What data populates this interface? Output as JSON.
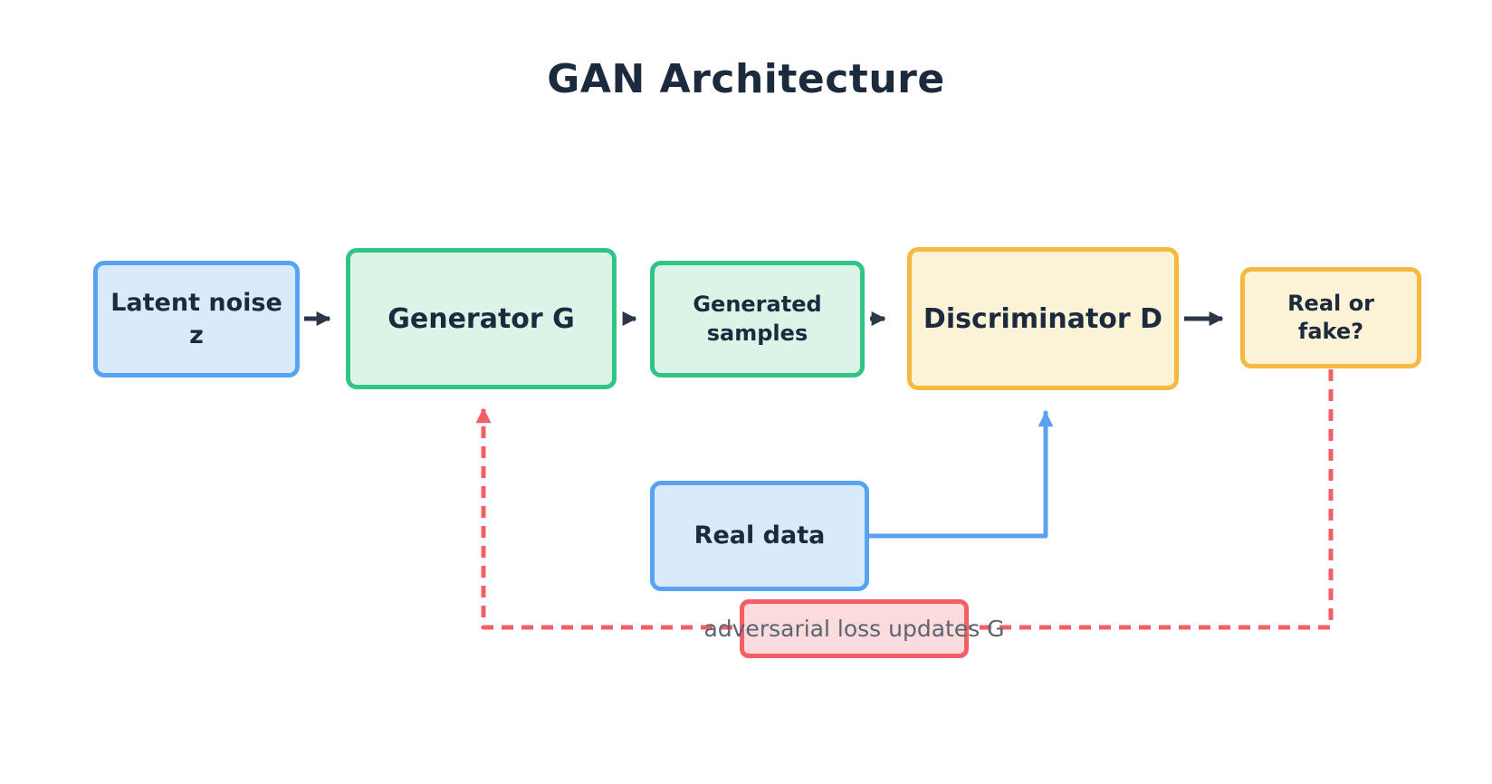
{
  "title": "GAN Architecture",
  "diagram": {
    "nodes": {
      "latent_noise": {
        "lines": [
          "Latent noise",
          "z"
        ],
        "fill": "#D8EAFC",
        "border": "#57A3F1"
      },
      "generator": {
        "lines": [
          "Generator G"
        ],
        "fill": "#DBF4E7",
        "border": "#31C487"
      },
      "generated_samples": {
        "lines": [
          "Generated",
          "samples"
        ],
        "fill": "#DBF4E7",
        "border": "#31C487"
      },
      "discriminator": {
        "lines": [
          "Discriminator D"
        ],
        "fill": "#FCF2D5",
        "border": "#F5B93F"
      },
      "real_or_fake": {
        "lines": [
          "Real or",
          "fake?"
        ],
        "fill": "#FCF2D5",
        "border": "#F5B93F"
      },
      "real_data": {
        "lines": [
          "Real data"
        ],
        "fill": "#D8EAFC",
        "border": "#57A3F1"
      }
    },
    "edges": [
      {
        "from": "latent-noise",
        "to": "generator",
        "type": "solid-arrow",
        "color": "#2B3648"
      },
      {
        "from": "generator",
        "to": "generated-samples",
        "type": "solid-arrow",
        "color": "#2B3648"
      },
      {
        "from": "generated-samples",
        "to": "discriminator",
        "type": "solid-arrow",
        "color": "#2B3648"
      },
      {
        "from": "discriminator",
        "to": "real-or-fake",
        "type": "solid-arrow",
        "color": "#2B3648"
      },
      {
        "from": "real-data",
        "to": "discriminator",
        "type": "solid-arrow",
        "color": "#5AA1EF"
      },
      {
        "from": "real-or-fake",
        "to": "generator",
        "type": "dashed-arrow",
        "color": "#F25F66",
        "label": "adversarial loss updates G"
      }
    ],
    "loop_label": {
      "text": "adversarial loss updates G",
      "fill": "#FBDBDB",
      "border": "#F25F66",
      "text_color": "#5A6472"
    }
  },
  "colors": {
    "background": "#FFFFFF",
    "title_text": "#1C2A3E",
    "node_text": "#1C2A3E",
    "flow_arrow": "#2B3648",
    "blue_fill": "#D8EAFC",
    "blue_border": "#57A3F1",
    "green_fill": "#DBF4E7",
    "green_border": "#31C487",
    "yellow_fill": "#FCF2D5",
    "yellow_border": "#F5B93F",
    "loop_red": "#F25F66",
    "loop_pink_fill": "#FBDBDB",
    "loop_text_gray": "#5A6472"
  }
}
